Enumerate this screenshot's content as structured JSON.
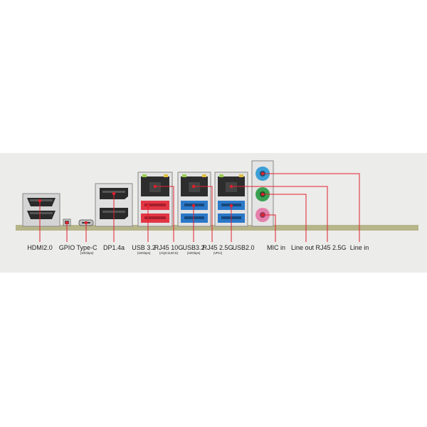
{
  "labels": {
    "hdmi": "HDMI2.0",
    "gpio": "GPIO",
    "typec": "Type-C",
    "typec_sub": "(10Gbps)",
    "dp": "DP1.4a",
    "usb32a": "USB 3.2",
    "usb32a_sub": "(10Gbps)",
    "rj45_10g": "RJ45 10G",
    "rj45_10g_sub": "(AQC113CS)",
    "usb32b": "USB3.2",
    "usb32b_sub": "(10Gbps)",
    "rj45_25g_a": "RJ45 2.5G",
    "rj45_25g_a_sub": "(vPro)",
    "usb20": "USB2.0",
    "mic_in": "MIC in",
    "line_out": "Line out",
    "rj45_25g_b": "RJ45 2.5G",
    "line_in": "Line in"
  },
  "colors": {
    "callout": "#e2202e",
    "panel": "#ececea",
    "pcb": "#b7b58a",
    "usb_red": "#e23645",
    "usb_blue": "#2b78c8",
    "audio_blue": "#3c9fd6",
    "audio_green": "#3aa052",
    "audio_pink": "#e57fab"
  }
}
